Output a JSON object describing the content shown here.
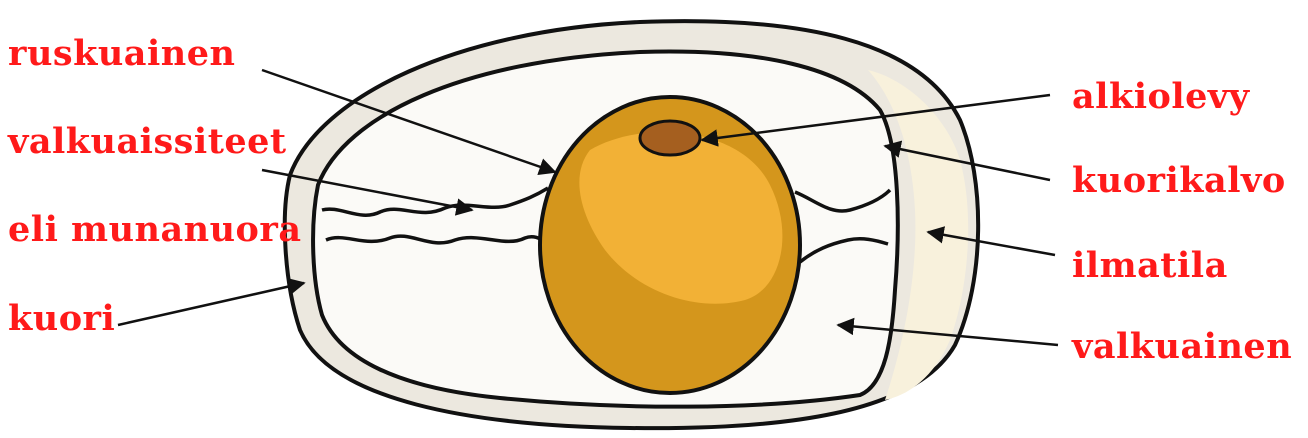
{
  "labels": {
    "yolk": "ruskuainen",
    "chalazae_1": "valkuaissiteet",
    "chalazae_2": "eli munanuora",
    "shell": "kuori",
    "germinal_disc": "alkiolevy",
    "shell_membrane": "kuorikalvo",
    "air_cell": "ilmatila",
    "albumen": "valkuainen"
  },
  "colors": {
    "label": "#ff1a1a",
    "outline": "#111111",
    "shell": "#ece8df",
    "shell_shade": "#e0dbcf",
    "albumen": "#fbfaf7",
    "air_cell": "#f4eedd",
    "air_cell_glow": "#f8f1dc",
    "yolk": "#d4961c",
    "yolk_highlight": "#f2b136",
    "germinal_disc": "#a55f1f"
  }
}
